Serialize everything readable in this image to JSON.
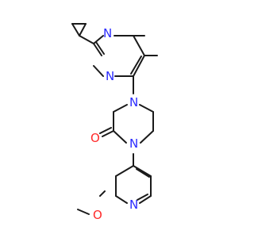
{
  "atoms": {
    "n_pyrimidine_top": {
      "label": "N",
      "color": "#2a2aff"
    },
    "n_pyrimidine_bottom": {
      "label": "N",
      "color": "#2a2aff"
    },
    "n_piperazine_top": {
      "label": "N",
      "color": "#2a2aff"
    },
    "n_piperazine_bottom": {
      "label": "N",
      "color": "#2a2aff"
    },
    "o_carbonyl": {
      "label": "O",
      "color": "#ff2a2a"
    },
    "n_pyridine": {
      "label": "N",
      "color": "#2a2aff"
    },
    "o_methoxy": {
      "label": "O",
      "color": "#ff2a2a"
    }
  },
  "colors": {
    "bond": "#1a1a1a",
    "nitrogen": "#2a2aff",
    "oxygen": "#ff2a2a",
    "background": "#ffffff"
  }
}
